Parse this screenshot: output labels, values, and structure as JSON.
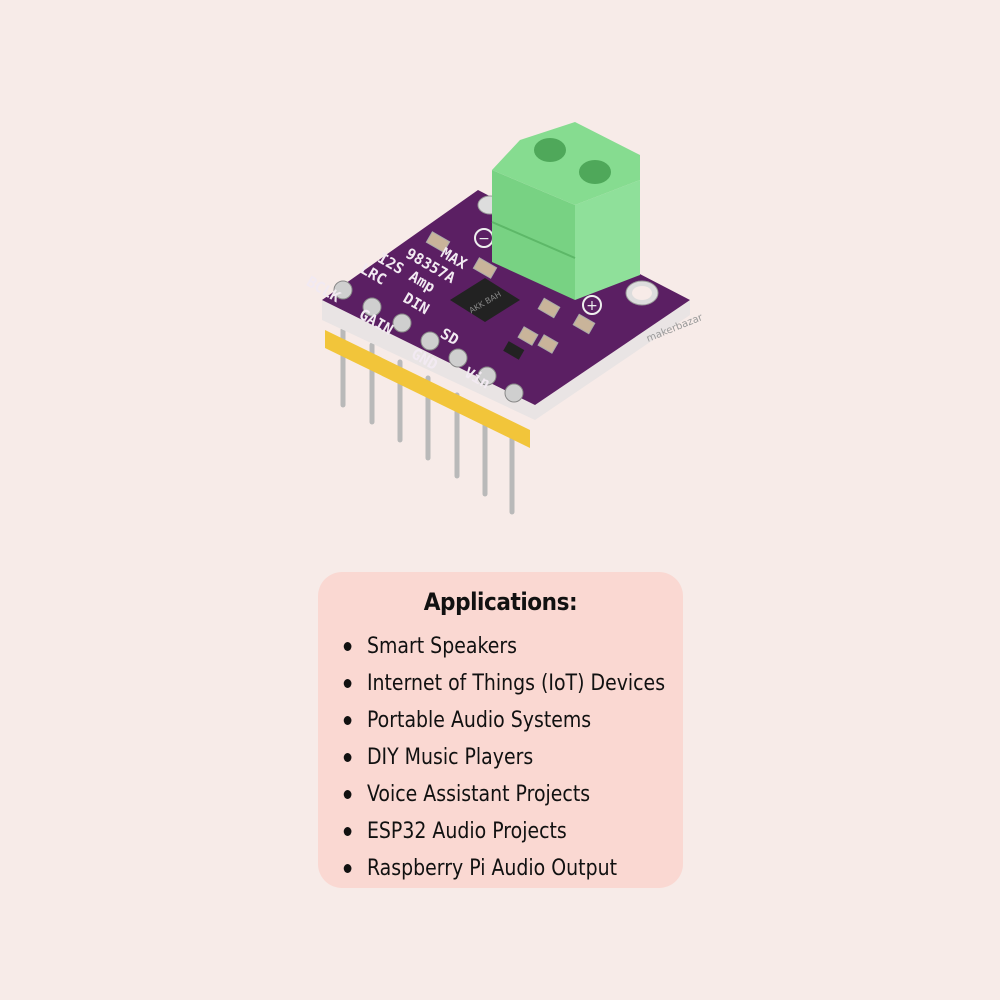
{
  "product": {
    "board_labels": {
      "title1": "MAX",
      "title2": "98357A",
      "title3": "I2S Amp",
      "pins": [
        "LRC",
        "BCLK",
        "DIN",
        "GAIN",
        "SD",
        "GND",
        "Vin"
      ],
      "chip": "AKK BAH",
      "terminal_minus": "−",
      "terminal_plus": "+"
    },
    "watermark": "makerbazar",
    "colors": {
      "board": "#5b1f63",
      "terminal": "#7fd88a",
      "pin_header": "#f2c53a",
      "background": "#f7ebe8",
      "card": "#fad8d2"
    }
  },
  "applications": {
    "heading": "Applications:",
    "items": [
      "Smart Speakers",
      "Internet of Things (IoT) Devices",
      "Portable Audio Systems",
      "DIY Music Players",
      "Voice Assistant Projects",
      "ESP32 Audio Projects",
      "Raspberry Pi Audio Output"
    ]
  }
}
